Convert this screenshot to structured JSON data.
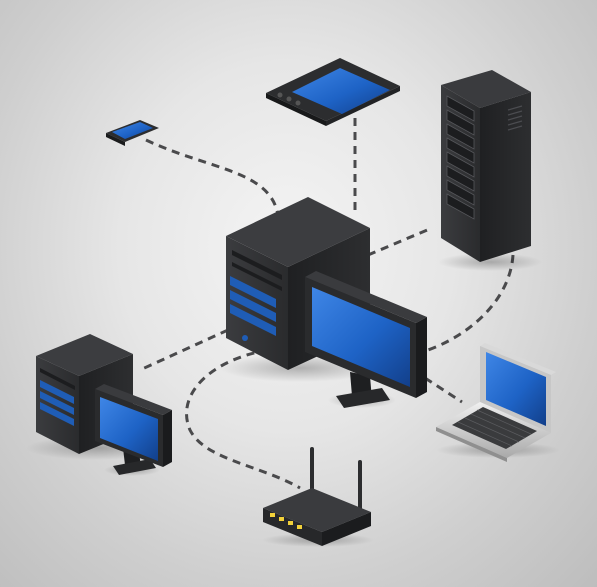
{
  "diagram": {
    "type": "network-illustration",
    "background_color": "#e3e3e3",
    "device_color": "#2e2f31",
    "screen_color": "#1e63c6",
    "connection_style": "dashed",
    "nodes": [
      {
        "id": "central-desktop",
        "icon": "desktop-tower-with-monitor-icon"
      },
      {
        "id": "smartphone",
        "icon": "smartphone-icon"
      },
      {
        "id": "tablet",
        "icon": "tablet-icon"
      },
      {
        "id": "server-rack",
        "icon": "server-rack-icon"
      },
      {
        "id": "laptop",
        "icon": "laptop-icon"
      },
      {
        "id": "router",
        "icon": "wifi-router-icon"
      },
      {
        "id": "secondary-desktop",
        "icon": "desktop-tower-with-monitor-icon"
      }
    ],
    "links": [
      [
        "central-desktop",
        "smartphone"
      ],
      [
        "central-desktop",
        "tablet"
      ],
      [
        "central-desktop",
        "server-rack"
      ],
      [
        "central-desktop",
        "laptop"
      ],
      [
        "central-desktop",
        "router"
      ],
      [
        "central-desktop",
        "secondary-desktop"
      ]
    ]
  }
}
